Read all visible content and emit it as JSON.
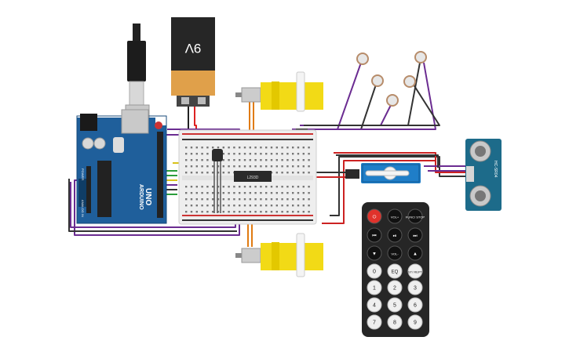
{
  "battery": {
    "label": "9V",
    "icon": "battery-9v-icon"
  },
  "arduino": {
    "brand": "ARDUINO",
    "model": "UNO",
    "power_header": "POWER",
    "analog_header": "ANALOG IN",
    "icon": "arduino-board-icon"
  },
  "driver_chip": {
    "label": "L293D"
  },
  "ultrasonic": {
    "label": "HC-SR04",
    "icon": "ultrasonic-sensor-icon"
  },
  "remote": {
    "buttons": [
      {
        "name": "power",
        "label": "⏻",
        "kind": "red"
      },
      {
        "name": "vol-plus",
        "label": "VOL+",
        "kind": "dark"
      },
      {
        "name": "func-stop",
        "label": "FUNC/ STOP",
        "kind": "dark"
      },
      {
        "name": "rewind",
        "label": "⏮",
        "kind": "dark"
      },
      {
        "name": "play-pause",
        "label": "⏯",
        "kind": "dark"
      },
      {
        "name": "fast-forward",
        "label": "⏭",
        "kind": "dark"
      },
      {
        "name": "down",
        "label": "▼",
        "kind": "dark"
      },
      {
        "name": "vol-minus",
        "label": "VOL-",
        "kind": "dark"
      },
      {
        "name": "up",
        "label": "▲",
        "kind": "dark"
      },
      {
        "name": "zero",
        "label": "0",
        "kind": "light"
      },
      {
        "name": "eq",
        "label": "EQ",
        "kind": "light"
      },
      {
        "name": "st-rept",
        "label": "ST/ REPT",
        "kind": "light"
      },
      {
        "name": "one",
        "label": "1",
        "kind": "light"
      },
      {
        "name": "two",
        "label": "2",
        "kind": "light"
      },
      {
        "name": "three",
        "label": "3",
        "kind": "light"
      },
      {
        "name": "four",
        "label": "4",
        "kind": "light"
      },
      {
        "name": "five",
        "label": "5",
        "kind": "light"
      },
      {
        "name": "six",
        "label": "6",
        "kind": "light"
      },
      {
        "name": "seven",
        "label": "7",
        "kind": "light"
      },
      {
        "name": "eight",
        "label": "8",
        "kind": "light"
      },
      {
        "name": "nine",
        "label": "9",
        "kind": "light"
      }
    ]
  },
  "components": {
    "motor_top": "dc-motor-icon",
    "motor_bottom": "dc-motor-icon",
    "servo": "servo-motor-icon",
    "ir_receiver": "ir-receiver-icon",
    "photoresistor": "photoresistor-icon",
    "breadboard": "breadboard-icon",
    "usb": "usb-cable-icon"
  }
}
